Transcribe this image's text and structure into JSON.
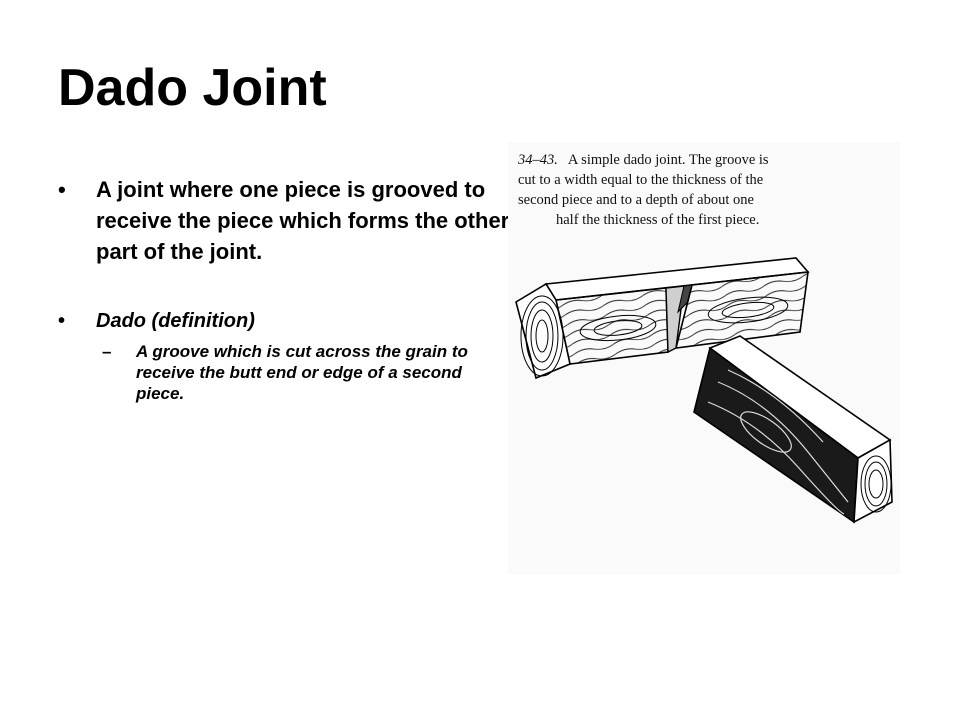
{
  "slide": {
    "title": "Dado Joint",
    "bullets": [
      {
        "marker": "•",
        "text": "A joint where one piece is grooved to receive the piece which forms the other part of the joint."
      },
      {
        "marker": "•",
        "text": "Dado (definition)"
      }
    ],
    "sub_bullets": [
      {
        "marker": "–",
        "text": "A groove which is cut across the grain to receive the butt end or edge of a second piece."
      }
    ]
  },
  "figure": {
    "caption_number": "34–43.",
    "caption_lines": [
      "A simple dado joint. The groove is",
      "cut to a width equal to the thickness of the",
      "second piece and to a depth of about one",
      "half the thickness of the first piece."
    ]
  }
}
